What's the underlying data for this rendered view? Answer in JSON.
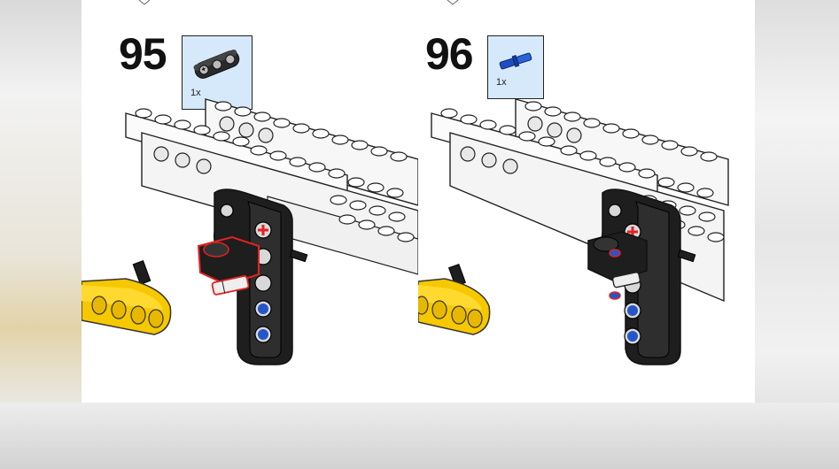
{
  "steps": [
    {
      "number": "95",
      "part": {
        "quantity": "1x",
        "icon": "black-axle-pin-connector-icon",
        "color": "#2a2a2a"
      }
    },
    {
      "number": "96",
      "part": {
        "quantity": "1x",
        "icon": "blue-axle-pin-icon",
        "color": "#1f4fbf"
      }
    }
  ],
  "colors": {
    "page_background": "#ffffff",
    "parts_box": "#d6e9fb",
    "highlight": "#e32222",
    "technic_black": "#1e1e1e",
    "technic_yellow": "#f5c800",
    "pin_blue": "#2456c9"
  }
}
